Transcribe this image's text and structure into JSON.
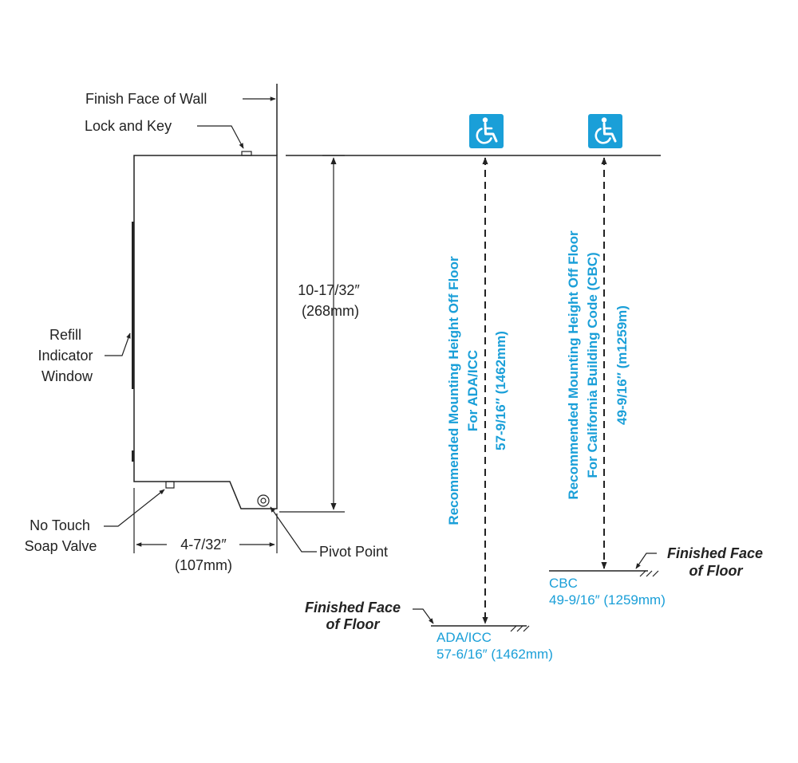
{
  "labels": {
    "finish_face_of_wall": "Finish Face of Wall",
    "lock_and_key": "Lock and Key",
    "refill_line1": "Refill",
    "refill_line2": "Indicator",
    "refill_line3": "Window",
    "no_touch_line1": "No Touch",
    "no_touch_line2": "Soap Valve",
    "pivot_point": "Pivot Point"
  },
  "dimensions": {
    "height_in": "10-17/32″",
    "height_mm": "(268mm)",
    "depth_in": "4-7/32″",
    "depth_mm": "(107mm)"
  },
  "ada": {
    "vertical_line1": "Recommended Mounting Height Off Floor",
    "vertical_line2": "For ADA/ICC",
    "vertical_line3": "57-9/16″ (1462mm)",
    "floor_label_line1": "Finished Face",
    "floor_label_line2": "of Floor",
    "caption_line1": "ADA/ICC",
    "caption_line2": "57-6/16″ (1462mm)"
  },
  "cbc": {
    "vertical_line1": "Recommended Mounting Height Off Floor",
    "vertical_line2": "For California Building Code (CBC)",
    "vertical_line3": "49-9/16″ (m1259m)",
    "floor_label_line1": "Finished Face",
    "floor_label_line2": "of Floor",
    "caption_line1": "CBC",
    "caption_line2": "49-9/16″ (1259mm)"
  },
  "icons": {
    "accessibility": "wheelchair-accessibility-icon"
  },
  "colors": {
    "accent_blue": "#1a9fd8",
    "line": "#222222"
  }
}
